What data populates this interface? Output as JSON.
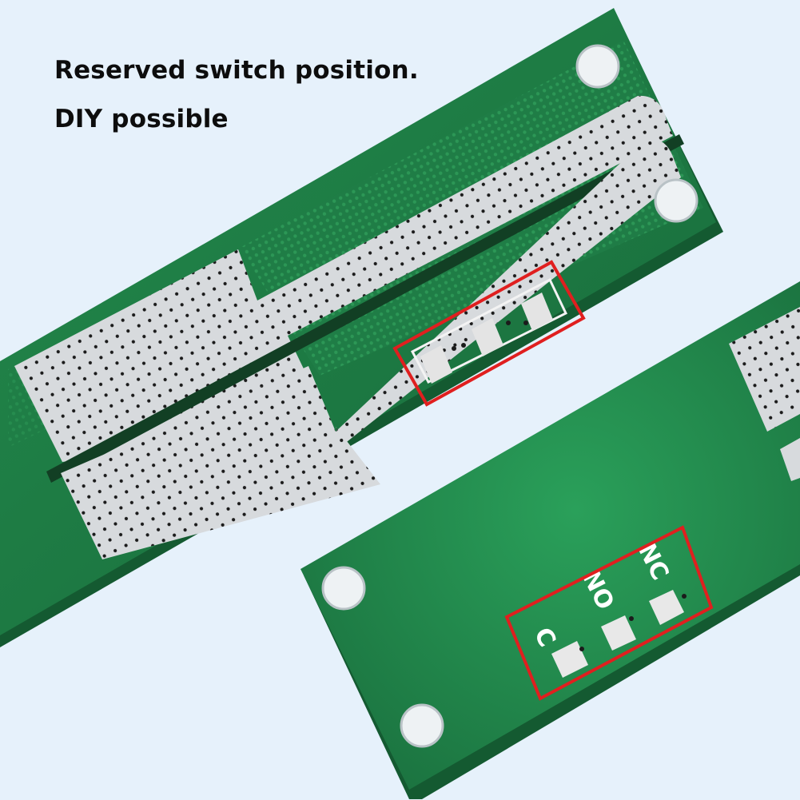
{
  "caption": {
    "line1": "Reserved switch position.",
    "line2": "DIY possible"
  },
  "pins": {
    "c": "C",
    "no": "NO",
    "nc": "NC"
  },
  "colors": {
    "background": "#e6f1fb",
    "pcb_green": "#1f7a45",
    "pcb_green_dark": "#13562f",
    "solder_mask": "#2c8a52",
    "nickel_pad": "#d6d9dc",
    "highlight_box": "#e01f1f",
    "silkscreen": "#ffffff"
  },
  "icons": [
    "mounting-hole-icon",
    "switch-pad-icon",
    "highlight-box-icon"
  ]
}
